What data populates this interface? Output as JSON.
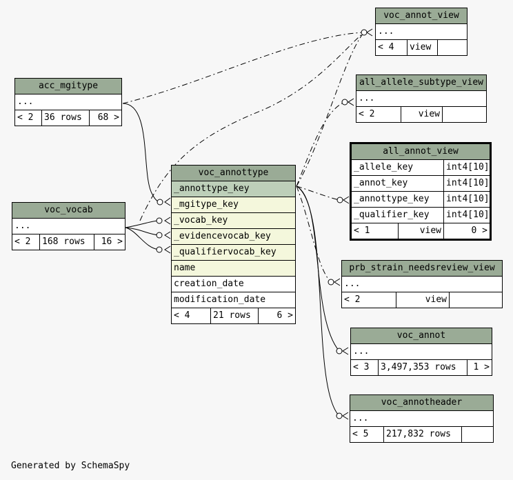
{
  "footer": "Generated by SchemaSpy",
  "tables": {
    "voc_annot_view": {
      "title": "voc_annot_view",
      "columns": [
        "..."
      ],
      "footer": [
        "< 4",
        "view",
        ""
      ]
    },
    "all_allele_subtype_view": {
      "title": "all_allele_subtype_view",
      "columns": [
        "..."
      ],
      "footer": [
        "< 2",
        "view",
        ""
      ]
    },
    "acc_mgitype": {
      "title": "acc_mgitype",
      "columns": [
        "..."
      ],
      "footer": [
        "< 2",
        "36 rows",
        "68 >"
      ]
    },
    "all_annot_view": {
      "title": "all_annot_view",
      "columns": [
        {
          "name": "_allele_key",
          "type": "int4[10]"
        },
        {
          "name": "_annot_key",
          "type": "int4[10]"
        },
        {
          "name": "_annottype_key",
          "type": "int4[10]"
        },
        {
          "name": "_qualifier_key",
          "type": "int4[10]"
        }
      ],
      "footer": [
        "< 1",
        "view",
        "0 >"
      ]
    },
    "voc_annottype": {
      "title": "voc_annottype",
      "columns": [
        "_annottype_key",
        "_mgitype_key",
        "_vocab_key",
        "_evidencevocab_key",
        "_qualifiervocab_key",
        "name",
        "creation_date",
        "modification_date"
      ],
      "footer": [
        "< 4",
        "21 rows",
        "6 >"
      ]
    },
    "voc_vocab": {
      "title": "voc_vocab",
      "columns": [
        "..."
      ],
      "footer": [
        "< 2",
        "168 rows",
        "16 >"
      ]
    },
    "prb_strain_needsreview_view": {
      "title": "prb_strain_needsreview_view",
      "columns": [
        "..."
      ],
      "footer": [
        "< 2",
        "view",
        ""
      ]
    },
    "voc_annot": {
      "title": "voc_annot",
      "columns": [
        "..."
      ],
      "footer": [
        "< 3",
        "3,497,353 rows",
        "1 >"
      ]
    },
    "voc_annotheader": {
      "title": "voc_annotheader",
      "columns": [
        "..."
      ],
      "footer": [
        "< 5",
        "217,832 rows",
        ""
      ]
    }
  }
}
